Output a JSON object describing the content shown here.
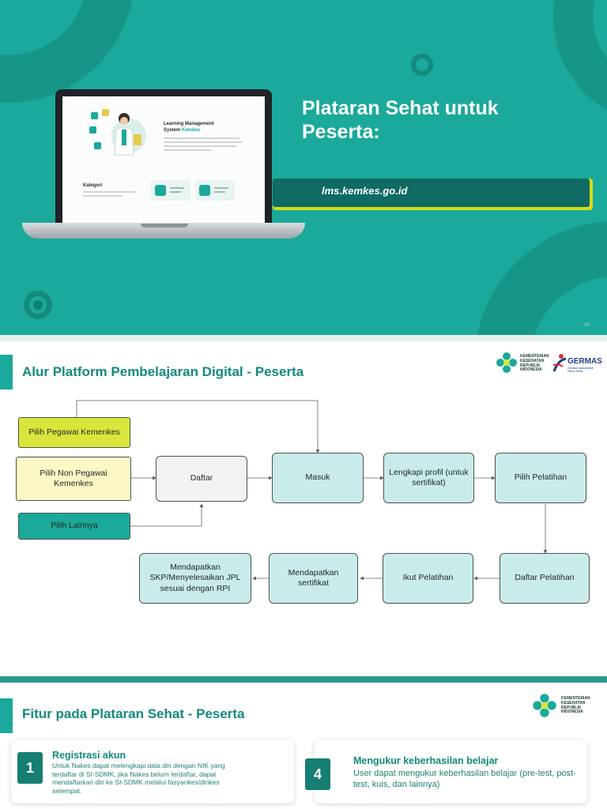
{
  "slide1": {
    "title": "Plataran Sehat untuk Peserta:",
    "url": "lms.kemkes.go.id",
    "slide_number": "16",
    "screen": {
      "heading_line1": "Learning Management",
      "heading_line2a": "System ",
      "heading_line2b": "Kemkes",
      "kategori": "Kategori"
    }
  },
  "slide2": {
    "title": "Alur Platform Pembelajaran Digital - Peserta",
    "logo_kemkes_text": [
      "KEMENTERIAN",
      "KESEHATAN",
      "REPUBLIK",
      "INDONESIA"
    ],
    "germas": {
      "name": "GERMAS",
      "tagline": "Gerakan Masyarakat Hidup Sehat"
    },
    "flow": {
      "pilih_pegawai": "Pilih Pegawai Kemenkes",
      "pilih_non_pegawai": "Pilih Non Pegawai Kemenkes",
      "pilih_lainnya": "Pilih Lainnya",
      "daftar": "Daftar",
      "masuk": "Masuk",
      "lengkapi": "Lengkapi profil (untuk sertifikat)",
      "pilih_pelatihan": "Pilih Pelatihan",
      "daftar_pelatihan": "Daftar Pelatihan",
      "ikut_pelatihan": "Ikut Pelatihan",
      "mendapatkan_sertifikat": "Mendapatkan sertifikat",
      "mendapatkan_skp": "Mendapatkan SKP/Menyelesaikan JPL sesuai dengan RPI"
    }
  },
  "slide3": {
    "title": "Fitur pada Plataran Sehat - Peserta",
    "logo_kemkes_text": [
      "KEMENTERIAN",
      "KESEHATAN",
      "REPUBLIK",
      "INDONESIA"
    ],
    "features": [
      {
        "num": "1",
        "heading": "Registrasi akun",
        "text": "Untuk Nakes dapat melengkapi data diri dengan NIK yang terdaftar di SI-SDMK, jika Nakes belum terdaftar, dapat mendaftarkan diri ke SI-SDMK melalui fasyankes/dinkes setempat."
      },
      {
        "num": "4",
        "heading": "Mengukur keberhasilan belajar",
        "text": "User dapat mengukur keberhasilan belajar (pre-test, post-test, kuis, dan lainnya)"
      }
    ]
  },
  "colors": {
    "teal": "#1aa99a",
    "dark_teal": "#0f6b63",
    "yellow": "#d8dc14",
    "title_teal": "#128a7d"
  }
}
